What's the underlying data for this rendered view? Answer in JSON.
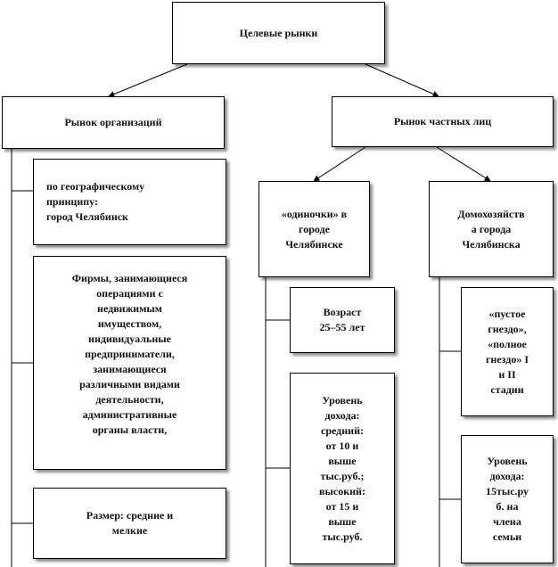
{
  "root": {
    "label": "Целевые рынки"
  },
  "level1": {
    "organizations": "Рынок организаций",
    "private": "Рынок частных лиц"
  },
  "organizations": {
    "geo": "по географическому\nпринципу:\nгород  Челябинск",
    "firms": "Фирмы, занимающиеся\nоперациями с\nнедвижимым\nимуществом,\nиндивидуальные\nпредприниматели,\nзанимающиеся\nразличными видами\nдеятельности,\nадминистративные\nорганы власти,",
    "size": "Размер:  средние и\nмелкие"
  },
  "private": {
    "singles": "«одиночки» в\nгороде\nЧелябинске",
    "households": "Домохозяйств\nа города\nЧелябинска"
  },
  "singles": {
    "age": "Возраст\n25–55 лет",
    "income": "Уровень\nдохода:\nсредний:\nот 10 и\nвыше\nтыс.руб.;\nвысокий:\nот 15 и\nвыше\nтыс.руб."
  },
  "households": {
    "nest": "«пустое\nгнездо»,\n«полное\nгнездо»  I\nи II\nстадии",
    "income": "Уровень\nдохода:\n15тыс.ру\nб. на\nчлена\nсемьи"
  }
}
